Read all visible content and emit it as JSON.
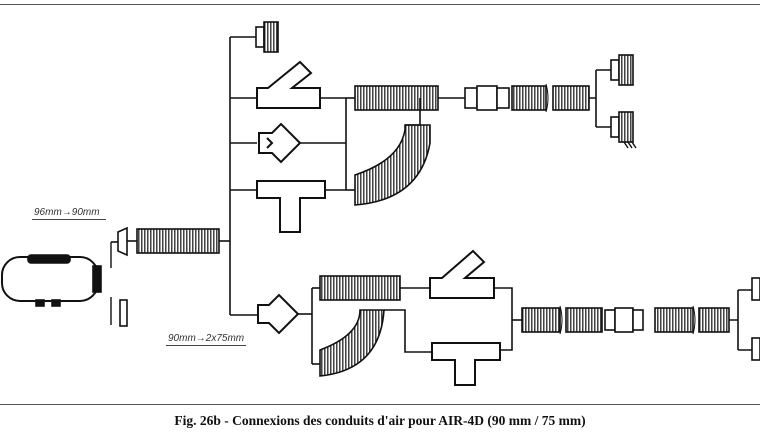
{
  "figure": {
    "caption": "Fig. 26b - Connexions des conduits d'air pour AIR-4D (90 mm / 75 mm)",
    "labels": {
      "reducer_top": "96mm→90mm",
      "splitter_bottom": "90mm→2x75mm"
    }
  },
  "colors": {
    "line": "#111111",
    "hatch": "#222222"
  }
}
